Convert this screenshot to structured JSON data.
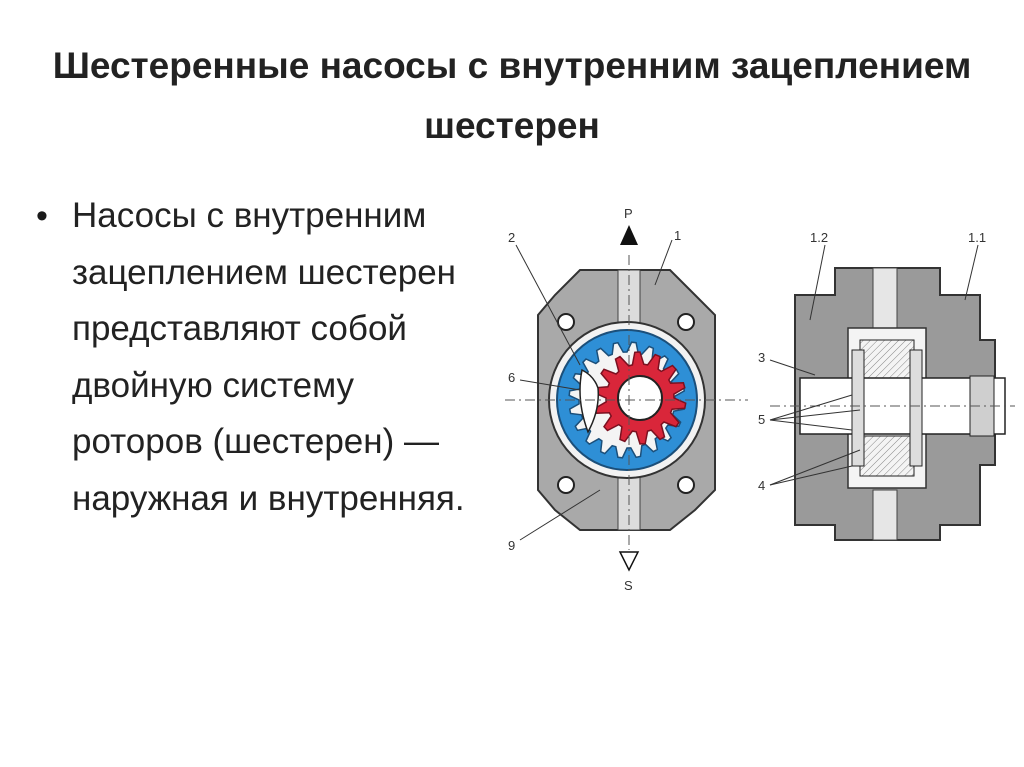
{
  "slide": {
    "title": "Шестеренные насосы с внутренним зацеплением шестерен",
    "bullet_symbol": "•",
    "bullet_text": "Насосы с внутренним зацеплением шестерен представляют собой двойную систему роторов (шестерен) — наружная и внутренняя."
  },
  "figure": {
    "labels": {
      "p": "P",
      "s": "S",
      "l1": "1",
      "l2": "2",
      "l6": "6",
      "l9": "9",
      "l1_2": "1.2",
      "l1_1": "1.1",
      "l3": "3",
      "l5": "5",
      "l4": "4"
    },
    "colors": {
      "housing": "#a9a9a9",
      "housing_dark": "#7d7d7d",
      "outer_gear": "#2e8fd6",
      "inner_gear": "#d9263a",
      "crescent": "#ffffff"
    }
  }
}
